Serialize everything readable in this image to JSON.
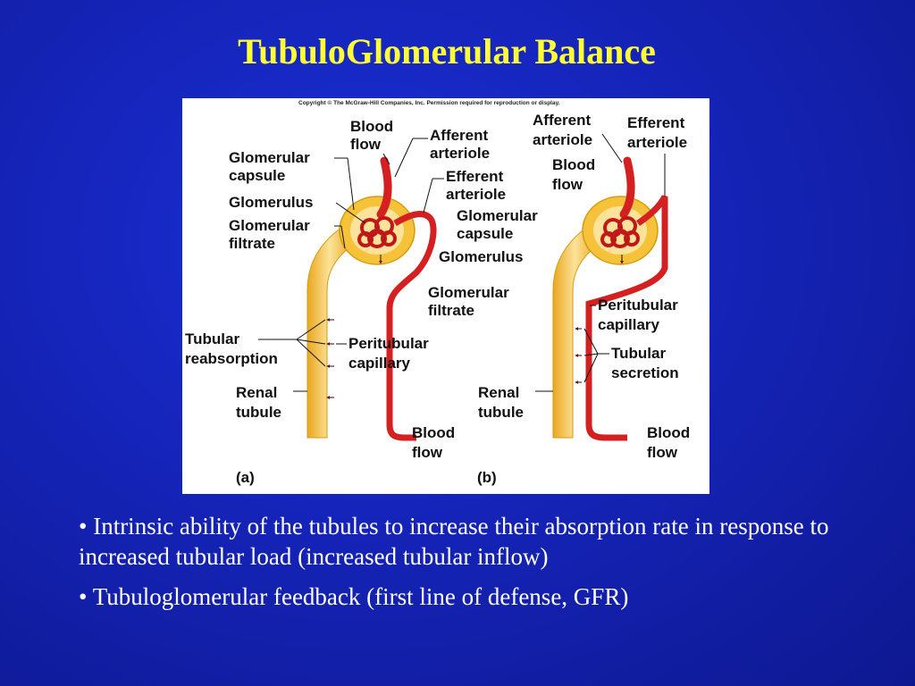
{
  "title": "TubuloGlomerular Balance",
  "figure": {
    "copyright": "Copyright © The McGraw-Hill Companies, Inc. Permission required for reproduction or display.",
    "panel_a": {
      "caption": "(a)",
      "labels": {
        "blood_flow_in": [
          "Blood",
          "flow"
        ],
        "afferent_arteriole": [
          "Afferent",
          "arteriole"
        ],
        "efferent_arteriole": [
          "Efferent",
          "arteriole"
        ],
        "glomerular_capsule_left": [
          "Glomerular",
          "capsule"
        ],
        "glomerulus_left": "Glomerulus",
        "glomerular_filtrate_left": [
          "Glomerular",
          "filtrate"
        ],
        "glomerular_capsule_right": [
          "Glomerular",
          "capsule"
        ],
        "glomerulus_right": "Glomerulus",
        "glomerular_filtrate_right": [
          "Glomerular",
          "filtrate"
        ],
        "tubular_reabsorption": [
          "Tubular",
          "reabsorption"
        ],
        "peritubular_capillary": [
          "Peritubular",
          "capillary"
        ],
        "renal_tubule": [
          "Renal",
          "tubule"
        ],
        "blood_flow_out": [
          "Blood",
          "flow"
        ]
      }
    },
    "panel_b": {
      "caption": "(b)",
      "labels": {
        "afferent_arteriole": [
          "Afferent",
          "arteriole"
        ],
        "efferent_arteriole": [
          "Efferent",
          "arteriole"
        ],
        "blood_flow_in": [
          "Blood",
          "flow"
        ],
        "peritubular_capillary": [
          "Peritubular",
          "capillary"
        ],
        "tubular_secretion": [
          "Tubular",
          "secretion"
        ],
        "renal_tubule": [
          "Renal",
          "tubule"
        ],
        "blood_flow_out": [
          "Blood",
          "flow"
        ]
      }
    },
    "colors": {
      "tubule": "#f5c23a",
      "tubule_light": "#fde39a",
      "vessel": "#d42020",
      "vessel_dark": "#9a1010"
    }
  },
  "bullets": [
    "• Intrinsic ability of the tubules to increase their absorption rate in response to increased tubular load (increased tubular inflow)",
    "• Tubuloglomerular feedback (first line of defense, GFR)"
  ]
}
